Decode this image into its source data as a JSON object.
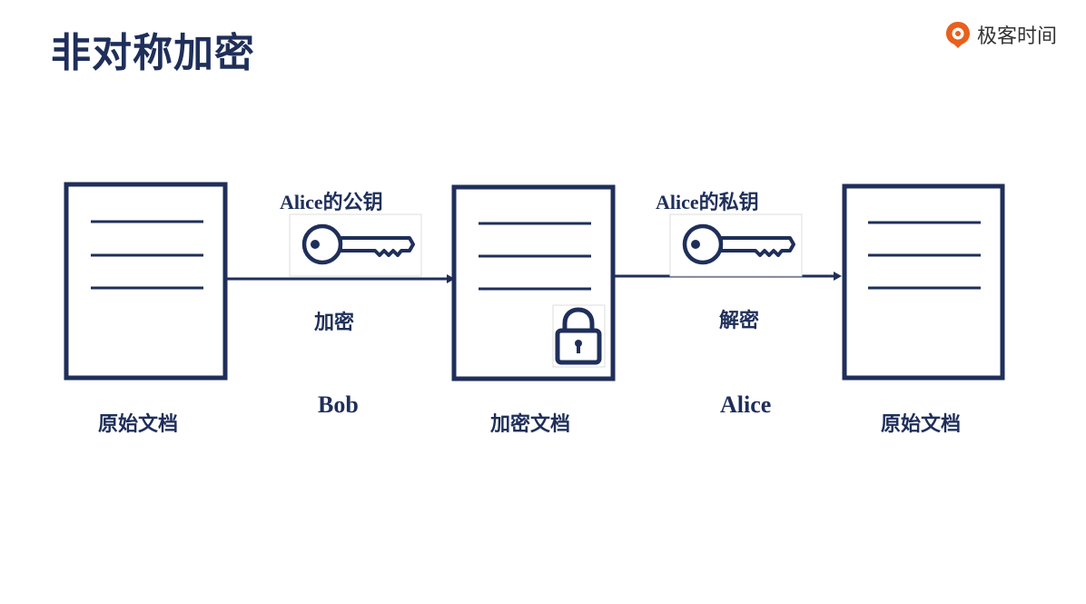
{
  "title": "非对称加密",
  "brand": {
    "name": "极客时间",
    "icon": "geekbang-logo-icon",
    "color": "#e8601c"
  },
  "colors": {
    "primary": "#1f2f5a"
  },
  "steps": {
    "public_key_label_latin": "Alice",
    "public_key_label_cn": "的公钥",
    "encrypt_label": "加密",
    "sender": "Bob",
    "private_key_label_latin": "Alice",
    "private_key_label_cn": "的私钥",
    "decrypt_label": "解密",
    "receiver": "Alice"
  },
  "documents": {
    "original_left": "原始文档",
    "encrypted": "加密文档",
    "original_right": "原始文档"
  },
  "icons": [
    "document-icon",
    "key-icon",
    "lock-icon",
    "arrow-icon"
  ]
}
